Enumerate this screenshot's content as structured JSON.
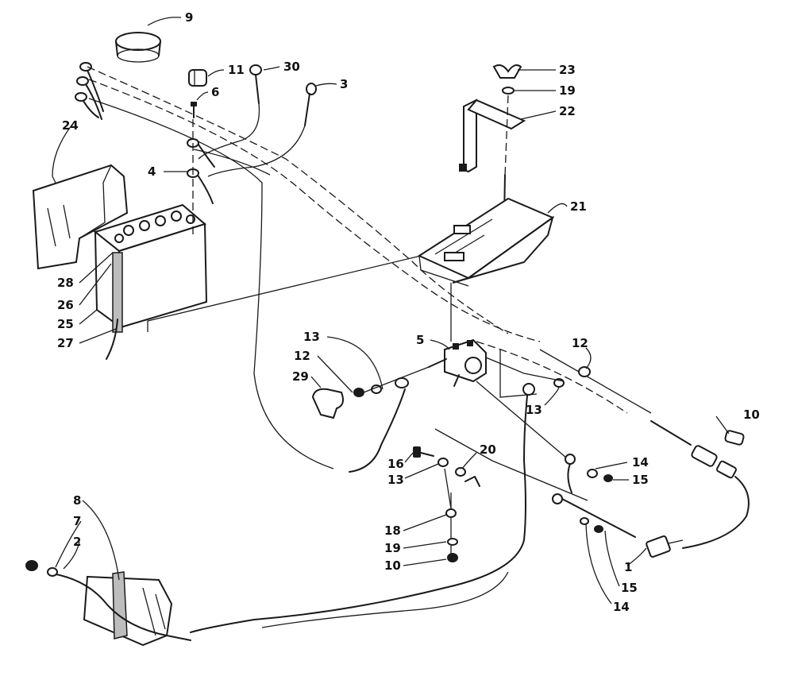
{
  "callouts": [
    {
      "id": "c9",
      "text": "9"
    },
    {
      "id": "c11",
      "text": "11"
    },
    {
      "id": "c30",
      "text": "30"
    },
    {
      "id": "c6",
      "text": "6"
    },
    {
      "id": "c3",
      "text": "3"
    },
    {
      "id": "c24",
      "text": "24"
    },
    {
      "id": "c4",
      "text": "4"
    },
    {
      "id": "c28",
      "text": "28"
    },
    {
      "id": "c26",
      "text": "26"
    },
    {
      "id": "c25",
      "text": "25"
    },
    {
      "id": "c27",
      "text": "27"
    },
    {
      "id": "c23",
      "text": "23"
    },
    {
      "id": "c19a",
      "text": "19"
    },
    {
      "id": "c22",
      "text": "22"
    },
    {
      "id": "c21",
      "text": "21"
    },
    {
      "id": "c13a",
      "text": "13"
    },
    {
      "id": "c12a",
      "text": "12"
    },
    {
      "id": "c29",
      "text": "29"
    },
    {
      "id": "c5",
      "text": "5"
    },
    {
      "id": "c12b",
      "text": "12"
    },
    {
      "id": "c13b",
      "text": "13"
    },
    {
      "id": "c10a",
      "text": "10"
    },
    {
      "id": "c20",
      "text": "20"
    },
    {
      "id": "c16",
      "text": "16"
    },
    {
      "id": "c13c",
      "text": "13"
    },
    {
      "id": "c14a",
      "text": "14"
    },
    {
      "id": "c15a",
      "text": "15"
    },
    {
      "id": "c8",
      "text": "8"
    },
    {
      "id": "c7",
      "text": "7"
    },
    {
      "id": "c2",
      "text": "2"
    },
    {
      "id": "c18",
      "text": "18"
    },
    {
      "id": "c19b",
      "text": "19"
    },
    {
      "id": "c10b",
      "text": "10"
    },
    {
      "id": "c1",
      "text": "1"
    },
    {
      "id": "c15b",
      "text": "15"
    },
    {
      "id": "c14b",
      "text": "14"
    }
  ]
}
